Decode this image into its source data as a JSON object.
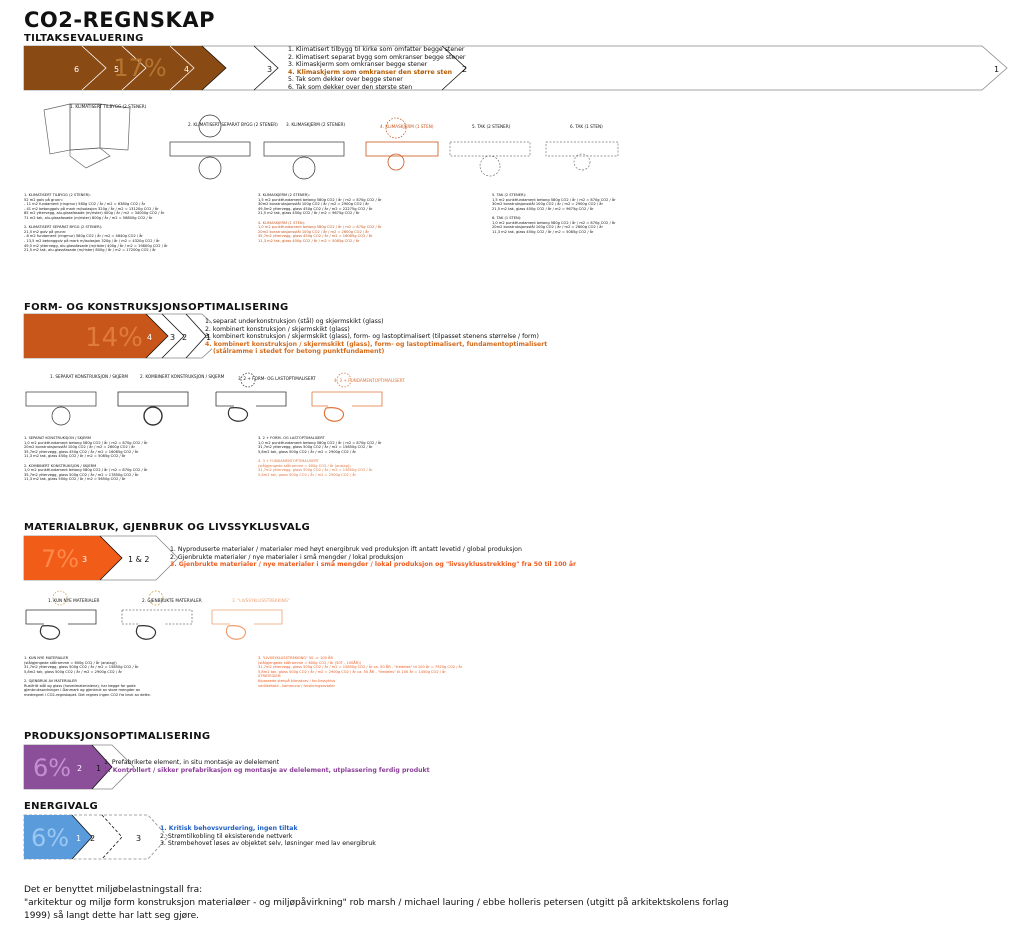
{
  "title": "CO2-REGNSKAP",
  "colors": {
    "brown": "#8a4a14",
    "orange": "#c8561a",
    "bright_orange": "#f25c19",
    "purple": "#8b4f9a",
    "blue": "#5a9bdc",
    "highlight_tiltak": "#b35a00",
    "highlight_form": "#d46a1a",
    "highlight_material": "#ee5a1c",
    "highlight_prod": "#8b3f98",
    "highlight_energi": "#1f5fc4"
  },
  "sections": {
    "tiltak": {
      "heading": "TILTAKSEVALUERING",
      "percent": "17%",
      "steps": [
        "6",
        "5",
        "4",
        "3",
        "2",
        "1"
      ],
      "items": [
        "1. Klimatisert tilbygg til kirke som omfatter begge stener",
        "2. Klimatisert separat bygg som omkranser begge stener",
        "3. Klimaskjerm som omkranser begge stener",
        "4. Klimaskjerm som omkranser den større sten",
        "5. Tak som dekker over begge stener",
        "6. Tak som dekker over den største sten"
      ],
      "diagram_labels": [
        "1. KLIMATISERT TILBYGG (2 STENER)",
        "2. KLIMATISERT SEPARAT BYGG (2 STENER)",
        "3. KLIMASKJERM (2 STENER)",
        "4. KLIMASKJERM (1 STEN)",
        "5. TAK (2 STENER)",
        "6. TAK (1 STEN)"
      ],
      "notes": {
        "col1": [
          "1. KLIMATISERT TILBYGG (2 STENER):",
          "52 m2 golv på grunn:",
          "- 11 m2 fundament (ringmur) 580g CO2 / år / m2 = 6380g CO2 / år",
          "- 41 m2 betonggolv på mark m/isolasjon 320g / år / m2 = 13120g CO2 / år",
          "85 m2 yttervegg, alu-glassfasade (m/rister) 400g / år / m2 = 34000g CO2 / år",
          "71 m2 tak, alu-glassfasade (m/rister) 800g / år / m2 = 56800g CO2 / år",
          "",
          "2. KLIMATISERT SEPARAT BYGG (2 STENER):",
          "21,5 m2 golv på grunn:",
          "- 8 m2 fundament (ringmur) 580g CO2 / år / m2 = 4640g CO2 / år",
          "- 13,5 m2 betonggolv på mark m/isolasjon 320g / år / m2 = 4320g CO2 / år",
          "49,5 m2 yttervegg, alu-glassfasade (m/rister) 400g / år / m2 = 19800g CO2 / år",
          "21,5 m2 tak, alu-glassfasade (m/rister) 800g / år / m2 = 17200g CO2 / år"
        ],
        "col2": [
          "3. KLIMASKJERM (2 STENER):",
          "1,5 m2 punktfundament betong 580g CO2 / år / m2 = 870g CO2 / år",
          "30m2 konstruksjonsstål 100g CO2 / år / m2 = 2900g CO2 / år",
          "49,5m2 yttervegg, glass 450g CO2 / år / m2 = 22275g CO2 / år",
          "21,5 m2 tak, glass 450g CO2 / år / m2 = 9675g CO2 / år"
        ],
        "col2_hl": [
          "4. KLIMASKJERM (1 STEN):",
          "1,0 m2 punktfundament betong 580g CO2 / år / m2 = 870g CO2 / år",
          "20m2 konstruksjonsstål 100g CO2 / år / m2 = 2600g CO2 / år",
          "35,7m2 yttervegg, glass 450g CO2 / år / m2 = 16065g CO2 / år",
          "11,3 m2 tak, glass 450g CO2 / år / m2 = 5085g CO2 / år"
        ],
        "col3": [
          "5. TAK (2 STENER):",
          "1,5 m2 punktfundament betong 580g CO2 / år / m2 = 870g CO2 / år",
          "30m2 konstruksjonsstål 100g CO2 / år / m2 = 2900g CO2 / år",
          "21,5 m2 tak, glass 450g CO2 / år / m2 = 9675g CO2 / år",
          "",
          "6. TAK (1 STEN):",
          "1,0 m2 punktfundament betong 580g CO2 / år / m2 = 870g CO2 / år",
          "20m2 konstruksjonsstål 100g CO2 / år / m2 = 2600g CO2 / år",
          "11,3 m2 tak, glass 450g CO2 / år / m2 = 5085g CO2 / år"
        ]
      }
    },
    "form": {
      "heading": "FORM- OG KONSTRUKSJONSOPTIMALISERING",
      "percent": "14%",
      "steps": [
        "4",
        "3",
        "2",
        "1"
      ],
      "items": [
        "1. separat underkonstruksjon (stål) og skjermskikt (glass)",
        "2. kombinert konstruksjon / skjermskikt (glass)",
        "3. kombinert konstruksjon / skjermskikt (glass), form- og lastoptimalisert (tilpasset stenens størrelse / form)",
        "4. kombinert konstruksjon / skjermskikt (glass), form- og lastoptimalisert, fundamentoptimalisert",
        "(stålramme i stedet for betong punktfundament)"
      ],
      "diagram_labels": [
        "1. SEPARAT KONSTRUKSJON / SKJERM",
        "2. KOMBINERT KONSTRUKSJON / SKJERM",
        "3. 2 + FORM- OG LASTOPTIMALISERT",
        "4. 3 + FUNDAMENTOPTIMALISERT"
      ],
      "notes": {
        "col1": [
          "1. SEPARAT KONSTRUKSJON / SKJERM",
          "1,0 m2 punktfundament betong 580g CO2 / år / m2 = 870g CO2 / år",
          "20m2 konstruksjonsstål 100g CO2 / år / m2 = 2600g CO2 / år",
          "35,7m2 yttervegg, glass 450g CO2 / år / m2 = 16065g CO2 / år",
          "11,3 m2 tak, glass 450g CO2 / år / m2 = 5085g CO2 / år",
          "",
          "2. KOMBINERT KONSTRUKSJON / SKJERM",
          "1,0 m2 punktfundament betong 580g CO2 / år / m2 = 870g CO2 / år",
          "35,7m2 yttervegg, glass 500g CO2 / år / m2 = 17850g CO2 / år",
          "11,3 m2 tak, glass 500g CO2 / år / m2 = 5650g CO2 / år"
        ],
        "col2": [
          "3. 2 + FORM- OG LASTOPTIMALISERT",
          "1,0 m2 punktfundament betong 580g CO2 / år / m2 = 870g CO2 / år",
          "31,7m2 yttervegg, glass 500g CO2 / år / m2 = 15850g CO2 / år",
          "5,8m2 tak, glass 500g CO2 / år / m2 = 2900g CO2 / år"
        ],
        "col2_hl": [
          "4. 3 + FUNDAMENTOPTIMALISERT",
          "(stålgjengede stålramme = 600g CO2 / år (anslag))",
          "31,7m2 yttervegg, glass 500g CO2 / år / m2 = 15850g CO2 / år",
          "5,8m2 tak, glass 500g CO2 / år / m2 = 2900g CO2 / år"
        ]
      }
    },
    "material": {
      "heading": "MATERIALBRUK, GJENBRUK OG LIVSSYKLUSVALG",
      "percent": "7%",
      "steps": [
        "3",
        "1 & 2"
      ],
      "items": [
        "1. Nyproduserte materialer / materialer med høyt energibruk ved produksjon ift antatt levetid / global produksjon",
        "2. Gjenbrukte materialer / nye materialer i små mengder / lokal produksjon",
        "3. Gjenbrukte materialer / nye materialer i små mengder / lokal produksjon og \"livssyklusstrekking\" fra 50 til 100 år"
      ],
      "diagram_labels": [
        "1. KUN NYE MATERIALER",
        "2. GJENBRUKTE MATERIALER",
        "3. \"LIVSSYKLUSSTREKKING\""
      ],
      "notes": {
        "col1": [
          "1. KUN NYE MATERIALER",
          "(stålgjengede stålramme = 600g CO2 / år (anslag))",
          "31,7m2 yttervegg, glass 500g CO2 / år / m2 = 15850g CO2 / år",
          "5,8m2 tak, glass 500g CO2 / år / m2 = 2900g CO2 / år",
          "",
          "2. GJENBRUK AV MATERIALER",
          "Rustfritt stål og glass (hovedmaterialene), har begge for gode",
          "gjenbruksordninger i Danmark og gjenbruk av store mengder av",
          "medregnet i CO2-regnskapet. Det regnes ingen CO2 fra bruk av dette."
        ],
        "col2_hl": [
          "3. \"LIVSSYKLUSSTREKKING\" 50 -> 100 ÅR",
          "(stålgjengede stålramme = 600g CO2 / år (50T - 100ÅR))",
          "31,7m2 yttervegg, glass 500g CO2 / år / m2 = 15850g CO2 / år ca. 50 ÅR - \"tredeles\" til 100 år = 7925g CO2 / år",
          "5,8m2 tak, glass 500g CO2 / år / m2 = 2900g CO2 / år ca. 50 ÅR - \"tredeles\" til 100 år = 1450g CO2 / år",
          "STRATEGIER:",
          "tilpassede stenpå klimakrav / for-livssyklus",
          "vedlikehold - kommune / forsikringsavtaler"
        ]
      }
    },
    "prod": {
      "heading": "PRODUKSJONSOPTIMALISERING",
      "percent": "6%",
      "steps": [
        "2",
        "1"
      ],
      "items": [
        "1. Prefabrikerte element, in situ montasje av delelement",
        "2. Kontrollert / sikker prefabrikasjon og montasje av delelement, utplassering ferdig produkt"
      ]
    },
    "energi": {
      "heading": "ENERGIVALG",
      "percent": "6%",
      "steps": [
        "1",
        "2",
        "3"
      ],
      "items": [
        "1. Kritisk behovsvurdering, ingen tiltak",
        "2. Strømtilkobling til eksisterende nettverk",
        "3. Strømbehovet løses av objektet selv, løsninger med lav energibruk"
      ]
    }
  },
  "footer": [
    "Det er benyttet miljøbelastningstall fra:",
    "\"arkitektur og miljø   form konstruksjon materialøer - og miljøpåvirkning\" rob marsh / michael lauring / ebbe holleris petersen (utgitt på arkitektskolens forlag",
    "1999) så langt dette har latt seg gjøre."
  ]
}
